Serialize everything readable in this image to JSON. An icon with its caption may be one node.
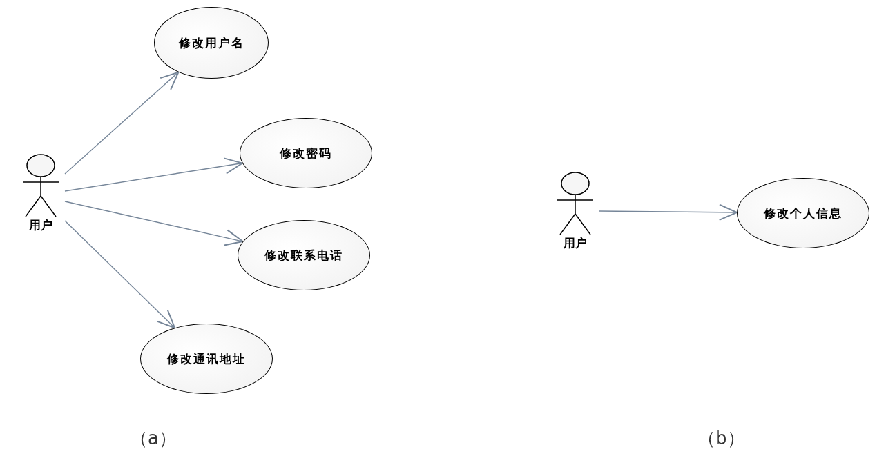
{
  "diagram": {
    "nodes": [
      {
        "text": [
          "用户"
        ]
      },
      {
        "text": [
          "修改用户名"
        ]
      },
      {
        "text": [
          "修改密码"
        ]
      },
      {
        "text": [
          "修改联系电话"
        ]
      },
      {
        "text": [
          "修改通讯地址"
        ]
      },
      {
        "text": [
          "用户"
        ]
      },
      {
        "text": [
          "修改个人信息"
        ]
      }
    ],
    "edges": [
      {
        "from": 0,
        "to": 1,
        "arrow": "to"
      },
      {
        "from": 0,
        "to": 2,
        "arrow": "to"
      },
      {
        "from": 0,
        "to": 3,
        "arrow": "to"
      },
      {
        "from": 0,
        "to": 4,
        "arrow": "to"
      },
      {
        "from": 5,
        "to": 6,
        "arrow": "to"
      }
    ],
    "labels": [
      "（a）",
      "（b）"
    ]
  }
}
